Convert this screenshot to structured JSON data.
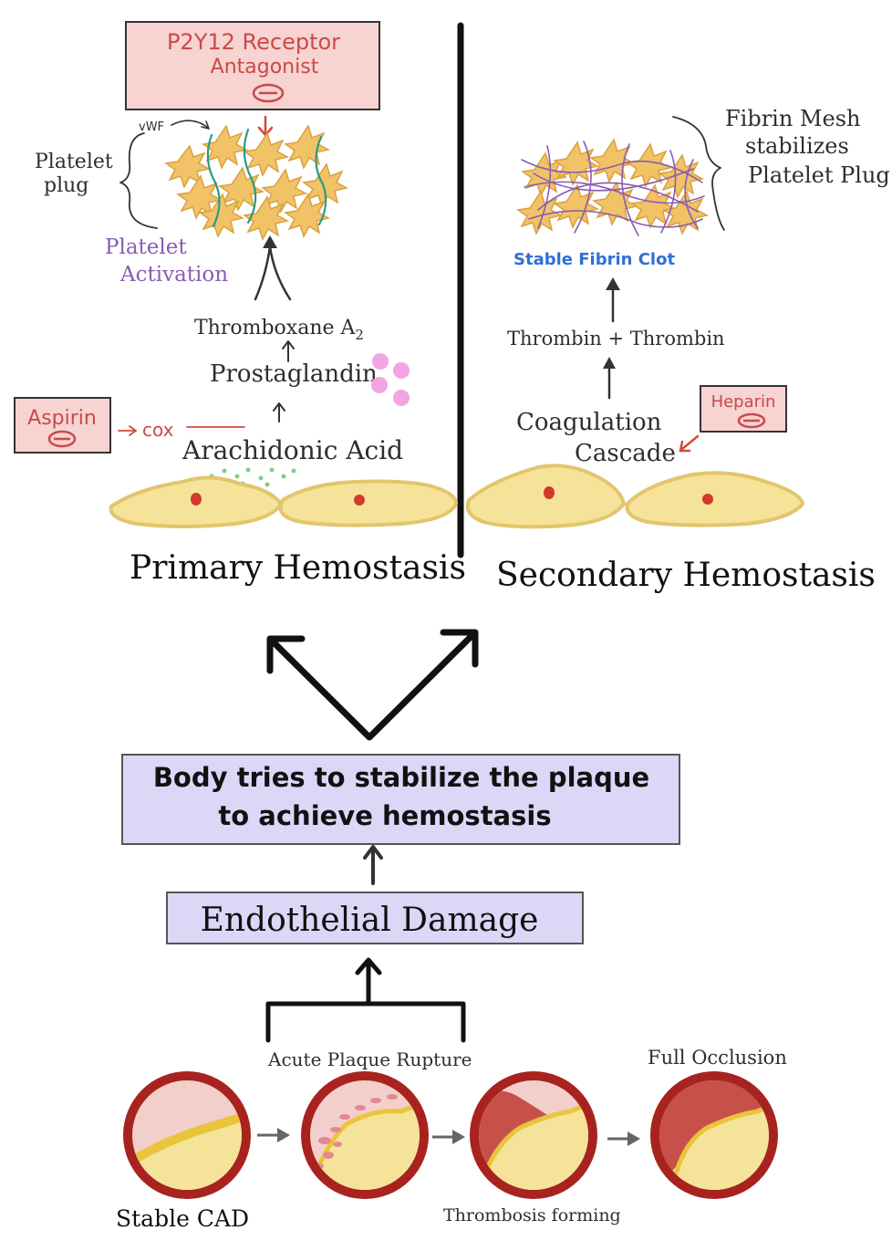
{
  "primary": {
    "p2y12_line1": "P2Y12 Receptor",
    "p2y12_line2": "Antagonist",
    "vwf": "vWF",
    "platelet_plug_line1": "Platelet",
    "platelet_plug_line2": "plug",
    "activation_line1": "Platelet",
    "activation_line2": "Activation",
    "thromboxane": "Thromboxane A",
    "thromboxane_sub": "2",
    "prostaglandin": "Prostaglandin",
    "aspirin": "Aspirin",
    "cox": "cox",
    "arachidonic": "Arachidonic Acid",
    "title": "Primary Hemostasis"
  },
  "secondary": {
    "fibrin_line1": "Fibrin Mesh",
    "fibrin_line2": "stabilizes",
    "fibrin_line3": "Platelet Plug",
    "stable_clot": "Stable Fibrin Clot",
    "thrombin": "Thrombin + Thrombin",
    "coag_line1": "Coagulation",
    "coag_line2": "Cascade",
    "heparin": "Heparin",
    "title": "Secondary Hemostasis"
  },
  "center": {
    "stabilize_line1": "Body tries to stabilize the plaque",
    "stabilize_line2": "to achieve hemostasis",
    "endothelial": "Endothelial Damage"
  },
  "stages": {
    "acute": "Acute Plaque Rupture",
    "full": "Full Occlusion",
    "stable": "Stable CAD",
    "thrombosis": "Thrombosis forming"
  },
  "colors": {
    "pink_box": "#f7d3d1",
    "lavender_box": "#dcd6f7",
    "cell": "#f6e39a",
    "nucleus": "#d23a2a",
    "vessel_wall": "#a8231f",
    "platelet": "#f2c267",
    "fibrin": "#8a5cb3"
  }
}
